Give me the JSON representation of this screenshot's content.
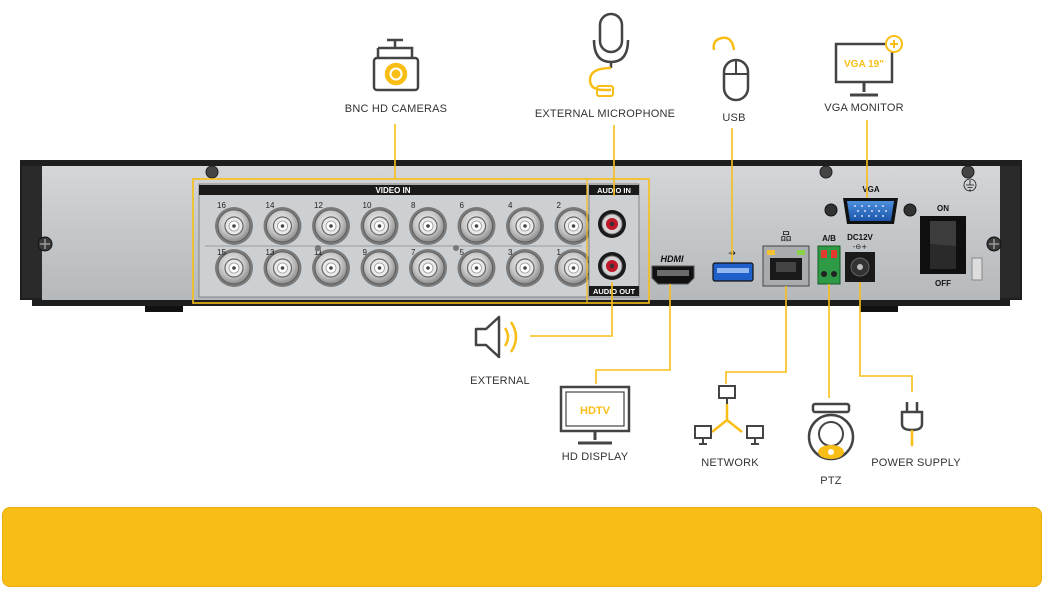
{
  "labels": {
    "bnc_cameras": "BNC HD CAMERAS",
    "external_microphone": "EXTERNAL MICROPHONE",
    "usb": "USB",
    "vga_monitor": "VGA MONITOR",
    "external": "EXTERNAL",
    "hd_display": "HD DISPLAY",
    "network": "NETWORK",
    "ptz": "PTZ",
    "power_supply": "POWER SUPPLY"
  },
  "panel": {
    "video_in": "VIDEO IN",
    "audio_in": "AUDIO IN",
    "audio_out": "AUDIO OUT",
    "vga": "VGA",
    "hdmi": "HDMI",
    "ab": "A/B",
    "dc12v": "DC12V",
    "on": "ON",
    "off": "OFF",
    "ports_top": [
      "16",
      "14",
      "12",
      "10",
      "8",
      "6",
      "4",
      "2"
    ],
    "ports_bottom": [
      "15",
      "13",
      "11",
      "9",
      "7",
      "5",
      "3",
      "1"
    ]
  },
  "icons": {
    "vga_monitor_screen": "VGA 19\"",
    "hd_display_screen": "HDTV"
  },
  "colors": {
    "accent": "#f9be16",
    "icon_stroke": "#444444",
    "chassis": "#c8cbce",
    "frame": "#1e1e1e"
  }
}
